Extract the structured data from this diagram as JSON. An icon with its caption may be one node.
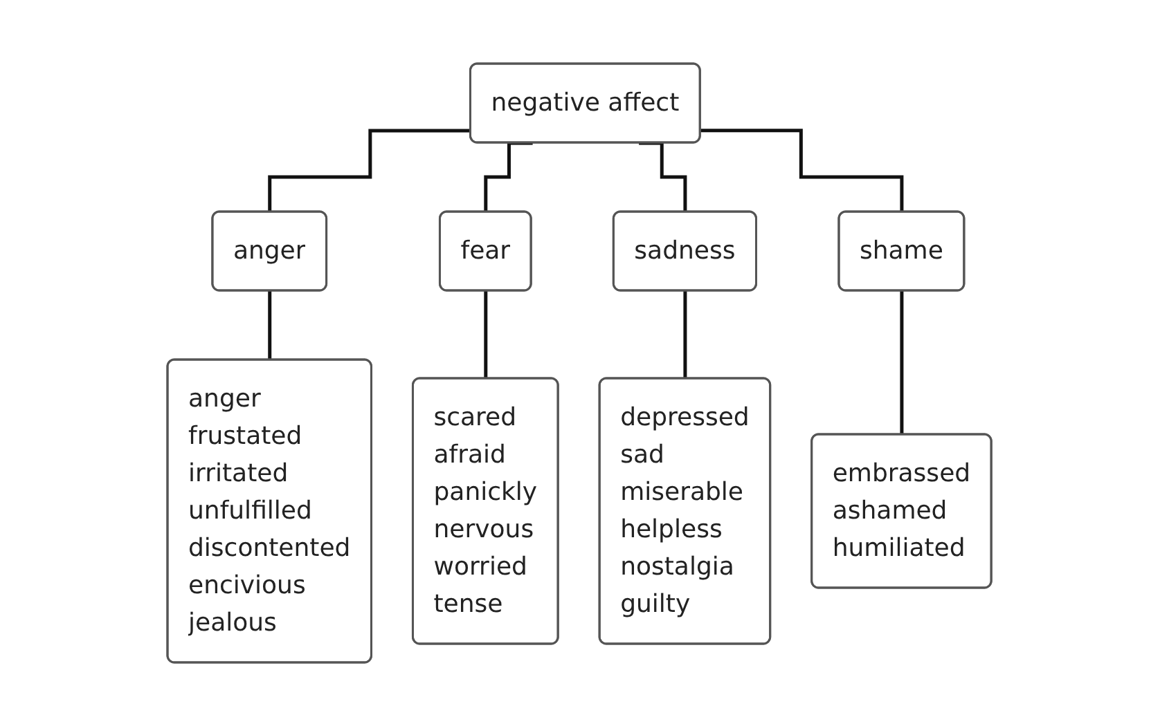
{
  "diagram": {
    "nodes": [
      {
        "text": [
          "negative affect"
        ]
      },
      {
        "text": [
          "anger"
        ]
      },
      {
        "text": [
          "fear"
        ]
      },
      {
        "text": [
          "sadness"
        ]
      },
      {
        "text": [
          "shame"
        ]
      },
      {
        "text": [
          "anger",
          "frustated",
          "irritated",
          "unfulfilled",
          "discontented",
          "encivious",
          "jealous"
        ]
      },
      {
        "text": [
          "scared",
          "afraid",
          "panickly",
          "nervous",
          "worried",
          "tense"
        ]
      },
      {
        "text": [
          "depressed",
          "sad",
          "miserable",
          "helpless",
          "nostalgia",
          "guilty"
        ]
      },
      {
        "text": [
          "embrassed",
          "ashamed",
          "humiliated"
        ]
      }
    ],
    "edges": [
      {
        "from": 0,
        "to": 1,
        "arrow": "none"
      },
      {
        "from": 0,
        "to": 2,
        "arrow": "none"
      },
      {
        "from": 0,
        "to": 3,
        "arrow": "none"
      },
      {
        "from": 0,
        "to": 4,
        "arrow": "none"
      },
      {
        "from": 1,
        "to": 5,
        "arrow": "none"
      },
      {
        "from": 2,
        "to": 6,
        "arrow": "none"
      },
      {
        "from": 3,
        "to": 7,
        "arrow": "none"
      },
      {
        "from": 4,
        "to": 8,
        "arrow": "none"
      }
    ]
  }
}
